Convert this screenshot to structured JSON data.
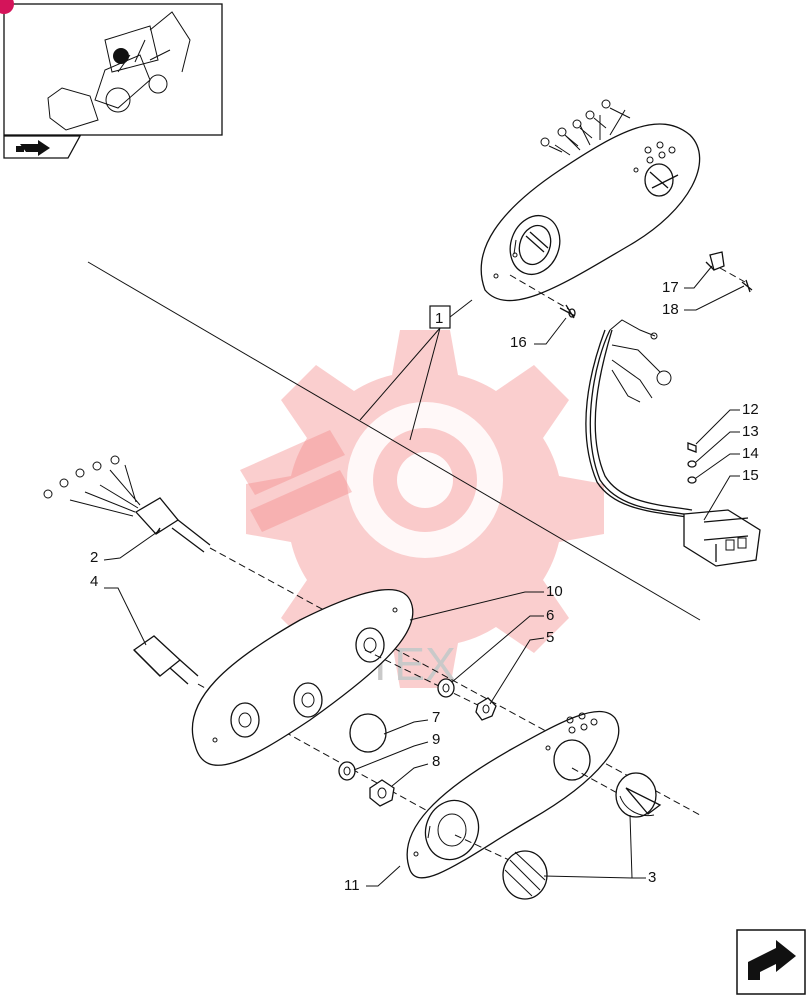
{
  "callouts": {
    "c1": "1",
    "c2": "2",
    "c3": "3",
    "c4": "4",
    "c5": "5",
    "c6": "6",
    "c7": "7",
    "c8": "8",
    "c9": "9",
    "c10": "10",
    "c11": "11",
    "c12": "12",
    "c13": "13",
    "c14": "14",
    "c15": "15",
    "c16": "16",
    "c17": "17",
    "c18": "18"
  },
  "watermark": {
    "text": "ИНТЕХ",
    "color": "#f28a8a"
  },
  "icons": {
    "thumbnail": "backhoe-loader-thumbnail-icon",
    "nav_back": "back-arrow-icon",
    "nav_next": "next-page-arrow-icon"
  },
  "colors": {
    "line": "#111111",
    "badge": "#d4145a"
  }
}
